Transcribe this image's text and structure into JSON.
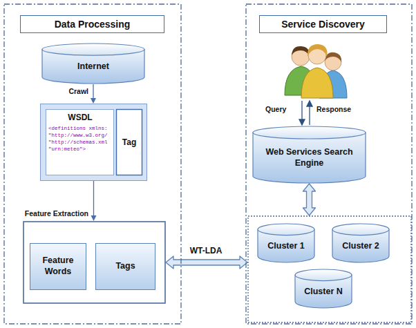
{
  "diagram": {
    "nodes": [
      {
        "text": [
          "Data Processing"
        ]
      },
      {
        "text": [
          "Internet"
        ],
        "in": 0
      },
      {
        "text": [
          "WSDL",
          "<definitions xmlns: \"http://www.w3.org/ \"http://schemas.xml \"urn:meteo\">"
        ],
        "in": 0
      },
      {
        "text": [
          "Tag"
        ],
        "in": 2
      },
      {
        "text": [],
        "in": 0
      },
      {
        "text": [
          "Feature Words"
        ],
        "in": 4
      },
      {
        "text": [
          "Tags"
        ],
        "in": 4
      },
      {
        "text": [
          "Service Discovery"
        ]
      },
      {
        "text": [
          "Web Services Search Engine"
        ],
        "in": 7
      },
      {
        "text": [],
        "in": 7
      },
      {
        "text": [
          "Cluster 1"
        ],
        "in": 9
      },
      {
        "text": [
          "Cluster 2"
        ],
        "in": 9
      },
      {
        "text": [
          "Cluster N"
        ],
        "in": 9
      }
    ],
    "edges": [
      {
        "from": 1,
        "to": 2,
        "label": "Crawl",
        "arrow": "to"
      },
      {
        "from": 2,
        "to": 4,
        "label": "Feature Extraction",
        "arrow": "to"
      },
      {
        "from": 4,
        "to": 9,
        "label": "WT-LDA",
        "arrow": "both"
      },
      {
        "from": 8,
        "to": 9,
        "arrow": "both"
      }
    ],
    "labels": [
      "Query",
      "Response"
    ]
  }
}
